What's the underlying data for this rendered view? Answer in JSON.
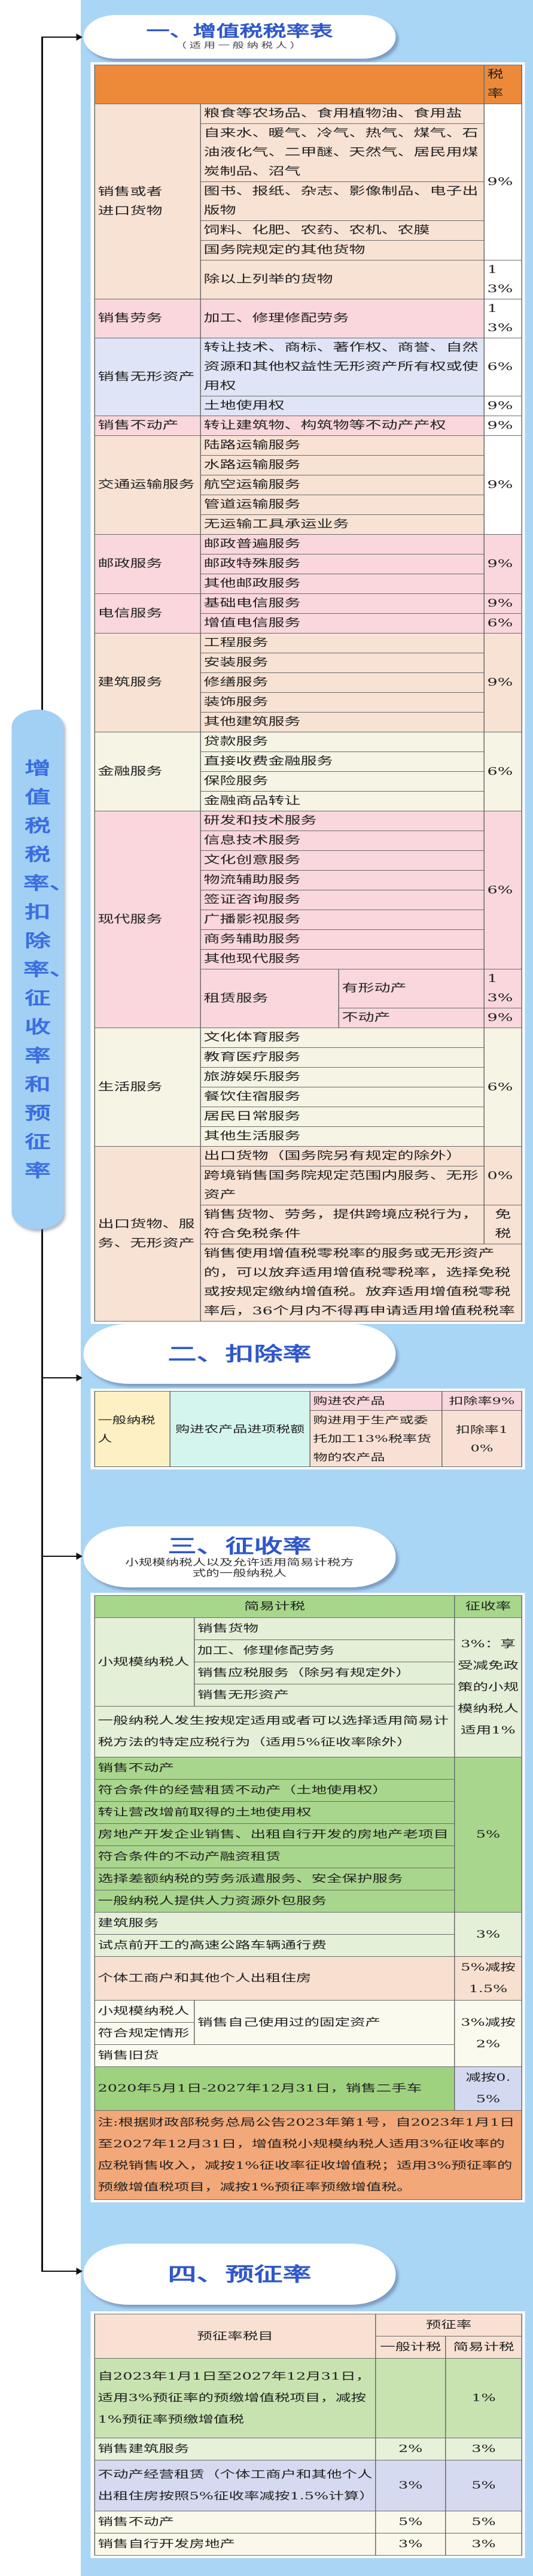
{
  "sidebar_title": "增值税税率、扣除率、征收率和预征率",
  "colors": {
    "panel": "#aad6f6",
    "title_blue": "#2f57c9",
    "table1_header": "#ec8a3a",
    "table3_header": "#a6d78a",
    "note": "#f2a878"
  },
  "sec1": {
    "title": "一、增值税税率表",
    "subtitle": "（适用一般纳税人）",
    "rate_header": "税率",
    "goods": {
      "category": "销售或者\n进口货物",
      "items": [
        "粮食等农场品、食用植物油、食用盐",
        "自来水、暖气、冷气、热气、煤气、石油液化气、二甲醚、天然气、居民用煤炭制品、沼气",
        "图书、报纸、杂志、影像制品、电子出版物",
        "饲料、化肥、农药、农机、农膜",
        "国务院规定的其他货物",
        "除以上列举的货物"
      ],
      "rates": [
        "9%",
        "13%"
      ]
    },
    "labor": {
      "category": "销售劳务",
      "item": "加工、修理修配劳务",
      "rate": "13%"
    },
    "intangible": {
      "category": "销售无形资产",
      "items": [
        "转让技术、商标、著作权、商誉、自然资源和其他权益性无形资产所有权或使用权",
        "土地使用权"
      ],
      "rates": [
        "6%",
        "9%"
      ]
    },
    "realestate": {
      "category": "销售不动产",
      "item": "转让建筑物、构筑物等不动产产权",
      "rate": "9%"
    },
    "transport": {
      "category": "交通运输服务",
      "items": [
        "陆路运输服务",
        "水路运输服务",
        "航空运输服务",
        "管道运输服务",
        "无运输工具承运业务"
      ],
      "rate": "9%"
    },
    "postal": {
      "category": "邮政服务",
      "items": [
        "邮政普遍服务",
        "邮政特殊服务",
        "其他邮政服务"
      ],
      "rate": "9%"
    },
    "telecom": {
      "category": "电信服务",
      "items": [
        "基础电信服务",
        "增值电信服务"
      ],
      "rates": [
        "9%",
        "6%"
      ]
    },
    "construction": {
      "category": "建筑服务",
      "items": [
        "工程服务",
        "安装服务",
        "修缮服务",
        "装饰服务",
        "其他建筑服务"
      ],
      "rate": "9%"
    },
    "finance": {
      "category": "金融服务",
      "items": [
        "贷款服务",
        "直接收费金融服务",
        "保险服务",
        "金融商品转让"
      ],
      "rate": "6%"
    },
    "modern": {
      "category": "现代服务",
      "items": [
        "研发和技术服务",
        "信息技术服务",
        "文化创意服务",
        "物流辅助服务",
        "签证咨询服务",
        "广播影视服务",
        "商务辅助服务",
        "其他现代服务"
      ],
      "rate": "6%",
      "lease": {
        "label": "租赁服务",
        "items": [
          "有形动产",
          "不动产"
        ],
        "rates": [
          "13%",
          "9%"
        ]
      }
    },
    "life": {
      "category": "生活服务",
      "items": [
        "文化体育服务",
        "教育医疗服务",
        "旅游娱乐服务",
        "餐饮住宿服务",
        "居民日常服务",
        "其他生活服务"
      ],
      "rate": "6%"
    },
    "export": {
      "category": "出口货物、服务、无形资产",
      "items": [
        "出口货物（国务院另有规定的除外）",
        "跨境销售国务院规定范围内服务、无形资产"
      ],
      "rate": "0%",
      "exempt_item": "销售货物、劳务，提供跨境应税行为，符合免税条件",
      "exempt_rate": "免税",
      "note": "销售使用增值税零税率的服务或无形资产的，可以放弃适用增值税零税率，选择免税或按规定缴纳增值税。放弃适用增值税零税率后，36个月内不得再申请适用增值税税率"
    }
  },
  "sec2": {
    "title": "二、扣除率",
    "taxpayer": "一般纳税人",
    "item": "购进农产品进项税额",
    "rows": [
      {
        "desc": "购进农产品",
        "rate": "扣除率9%"
      },
      {
        "desc": "购进用于生产或委托加工13%税率货物的农产品",
        "rate": "扣除率10%"
      }
    ]
  },
  "sec3": {
    "title": "三、征收率",
    "subtitle": "小规模纳税人以及允许适用简易计税方式的一般纳税人",
    "header": {
      "item": "简易计税",
      "rate": "征收率"
    },
    "small": {
      "label": "小规模纳税人",
      "items": [
        "销售货物",
        "加工、修理修配劳务",
        "销售应税服务（除另有规定外）",
        "销售无形资产"
      ]
    },
    "general_specific": "一般纳税人发生按规定适用或者可以选择适用简易计税方法的特定应税行为（适用5%征收率除外）",
    "rate_3_reduced": "3%：享受减免政策的小规模纳税人适用1%",
    "five_items": [
      "销售不动产",
      "符合条件的经营租赁不动产（土地使用权）",
      "转让营改增前取得的土地使用权",
      "房地产开发企业销售、出租自行开发的房地产老项目",
      "符合条件的不动产融资租赁",
      "选择差额纳税的劳务派遣服务、安全保护服务",
      "一般纳税人提供人力资源外包服务"
    ],
    "five_rate": "5%",
    "three_items": [
      "建筑服务",
      "试点前开工的高速公路车辆通行费"
    ],
    "three_rate": "3%",
    "housing": {
      "item": "个体工商户和其他个人出租住房",
      "rate": "5%减按1.5%"
    },
    "fixed": {
      "small": "小规模纳税人",
      "qualified": "符合规定情形",
      "item": "销售自己使用过的固定资产",
      "used_goods": "销售旧货",
      "rate": "3%减按2%"
    },
    "used_car": {
      "item": "2020年5月1日-2027年12月31日，销售二手车",
      "rate": "减按0.5%"
    },
    "note": "注:根据财政部税务总局公告2023年第1号，自2023年1月1日至2027年12月31日，增值税小规模纳税人适用3%征收率的应税销售收入，减按1%征收率征收增值税；适用3%预征率的预缴增值税项目，减按1%预征率预缴增值税。"
  },
  "sec4": {
    "title": "四、预征率",
    "header": {
      "item": "预征率税目",
      "rate": "预征率",
      "general": "一般计税",
      "simple": "简易计税"
    },
    "rows": [
      {
        "item": "自2023年1月1日至2027年12月31日，适用3%预征率的预缴增值税项目，减按1%预征率预缴增值税",
        "general": "",
        "simple": "1%"
      },
      {
        "item": "销售建筑服务",
        "general": "2%",
        "simple": "3%"
      },
      {
        "item": "不动产经营租赁（个体工商户和其他个人出租住房按照5%征收率减按1.5%计算）",
        "general": "3%",
        "simple": "5%"
      },
      {
        "item": "销售不动产",
        "general": "5%",
        "simple": "5%"
      },
      {
        "item": "销售自行开发房地产",
        "general": "3%",
        "simple": "3%"
      }
    ]
  }
}
